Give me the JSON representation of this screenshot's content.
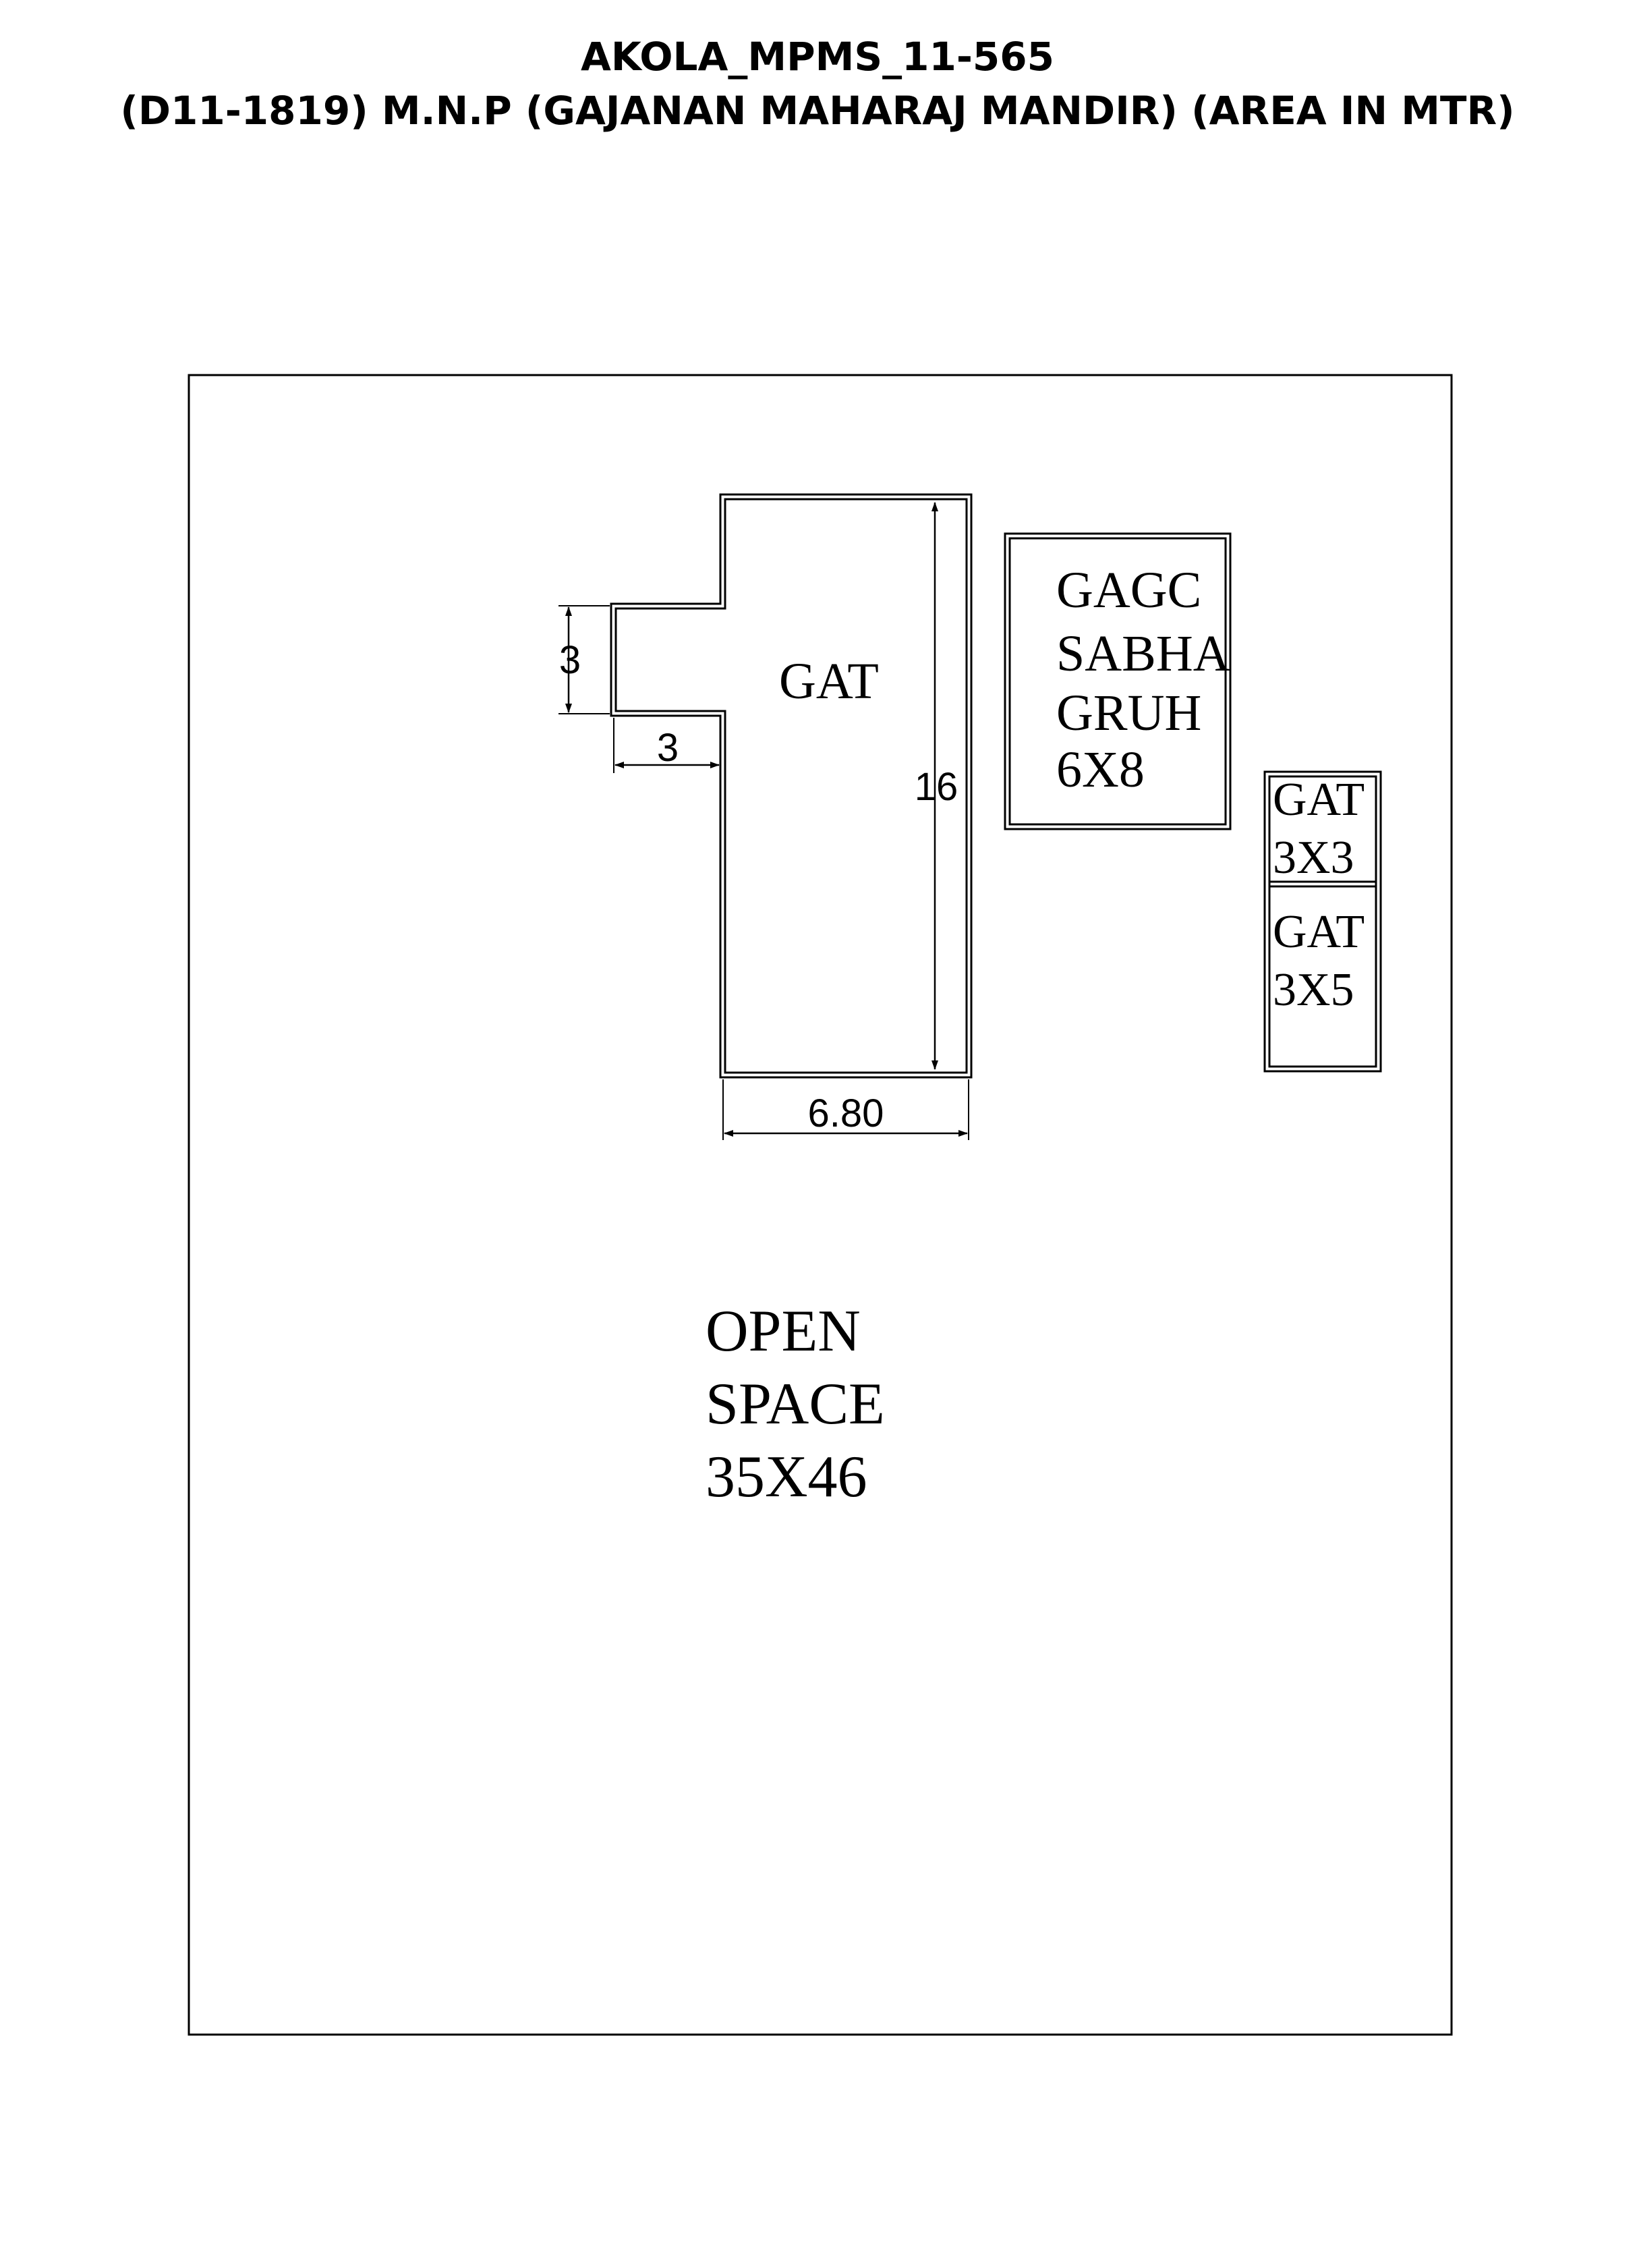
{
  "header": {
    "title_line1": "AKOLA_MPMS_11-565",
    "title_line2": "(D11-1819) M.N.P (GAJANAN MAHARAJ MANDIR) (AREA IN MTR)"
  },
  "plan": {
    "main_structure": {
      "label": "GAT",
      "dim_height": "16",
      "dim_width": "6.80",
      "dim_notch_height": "3",
      "dim_notch_width": "3"
    },
    "sabha_gruh": {
      "lines": [
        "GAGC",
        "SABHA",
        "GRUH",
        "6X8"
      ]
    },
    "small_gat_1": {
      "lines": [
        "GAT",
        "3X3"
      ]
    },
    "small_gat_2": {
      "lines": [
        "GAT",
        "3X5"
      ]
    },
    "open_space": {
      "lines": [
        "OPEN",
        "SPACE",
        "35X46"
      ]
    }
  }
}
